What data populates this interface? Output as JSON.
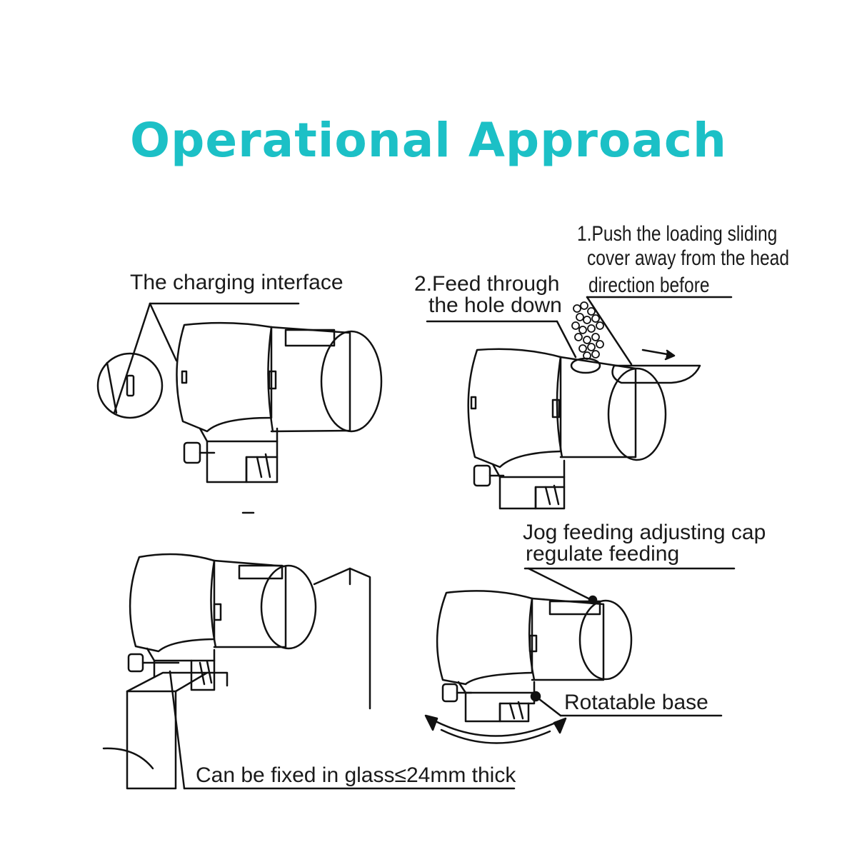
{
  "title": "Operational Approach",
  "accent_color": "#1cc0c6",
  "labels": {
    "charging": "The charging interface",
    "push_1": "1.Push the loading sliding",
    "push_2": "cover away from the head",
    "push_3": "direction before",
    "feed_1": "2.Feed through",
    "feed_2": "the hole down",
    "jog_1": "Jog feeding adjusting cap",
    "jog_2": "regulate feeding",
    "rotatable": "Rotatable base",
    "glass": "Can be fixed in glass≤24mm thick"
  }
}
